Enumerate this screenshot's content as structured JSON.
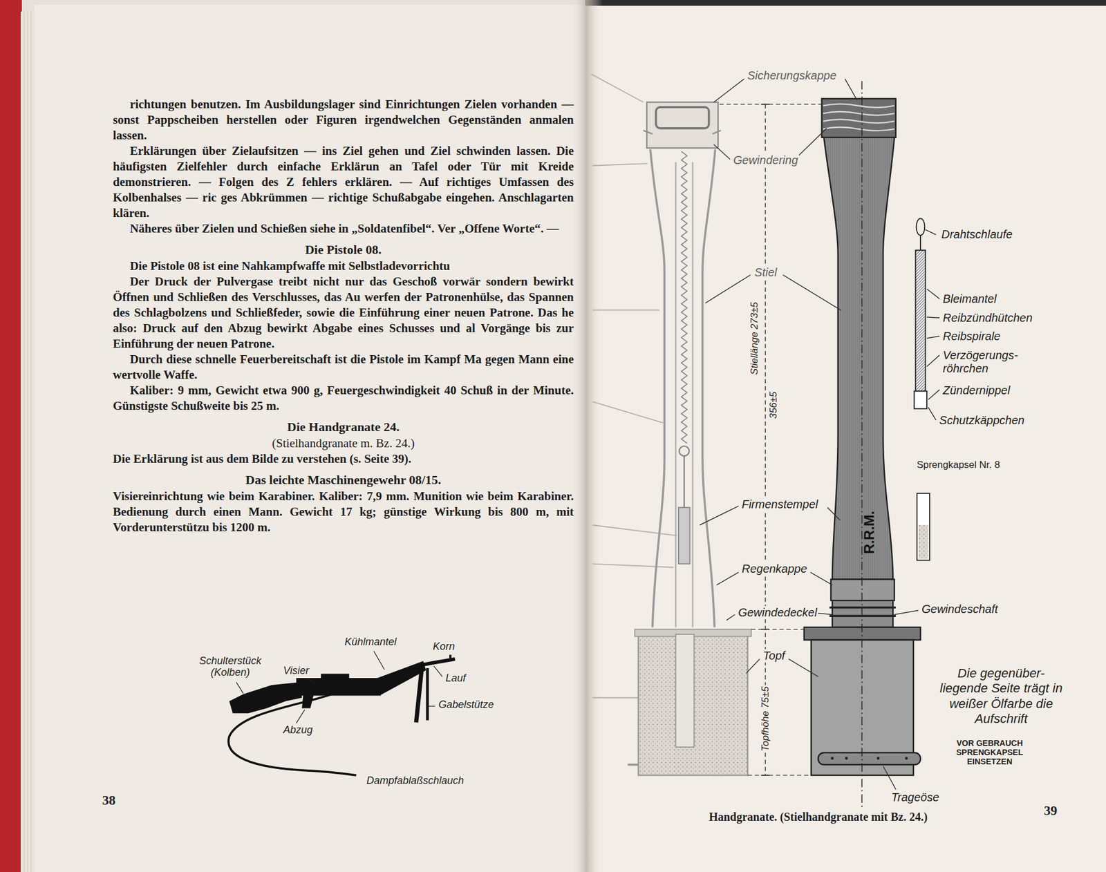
{
  "diagram": {
    "caption": "Handgranate. (Stielhandgranate mit Bz. 24.)",
    "labels": [
      "richtungen benutzen. Im Ausbildungslager sind Einrichtungen Zielen vorhanden — sonst Pappscheiben herstellen oder Figuren irgendwelchen Gegenständen anmalen lassen.",
      "Erklärungen über Zielaufsitzen — ins Ziel gehen und Ziel schwinden lassen. Die häufigsten Zielfehler durch einfache Erklärun an Tafel oder Tür mit Kreide demonstrieren. — Folgen des Z fehlers erklären. — Auf richtiges Umfassen des Kolbenhalses — ric ges Abkrümmen — richtige Schußabgabe eingehen. Anschlagarten klären.",
      "Näheres über Zielen und Schießen siehe in „Soldatenfibel“. Ver „Offene Worte“. —",
      "Die Pistole 08.",
      "Die Pistole 08 ist eine Nahkampfwaffe mit Selbstladevorrichtu",
      "Der Druck der Pulvergase treibt nicht nur das Geschoß vorwär sondern bewirkt Öffnen und Schließen des Verschlusses, das Au werfen der Patronenhülse, das Spannen des Schlagbolzens und Schließfeder, sowie die Einführung einer neuen Patrone. Das he also: Druck auf den Abzug bewirkt Abgabe eines Schusses und al Vorgänge bis zur Einführung der neuen Patrone.",
      "Durch diese schnelle Feuerbereitschaft ist die Pistole im Kampf Ma gegen Mann eine wertvolle Waffe.",
      "Kaliber: 9 mm, Gewicht etwa 900 g, Feuergeschwindigkeit 40 Schuß in der Minute. Günstigste Schußweite bis 25 m.",
      "Die Handgranate 24.",
      "(Stielhandgranate m. Bz. 24.)",
      "Die Erklärung ist aus dem Bilde zu verstehen (s. Seite 39).",
      "Das leichte Maschinengewehr 08/15.",
      "Visiereinrichtung wie beim Karabiner. Kaliber: 7,9 mm. Munition wie beim Karabiner. Bedienung durch einen Mann. Gewicht 17 kg; günstige Wirkung bis 800 m, mit Vorderunterstützu bis 1200 m.",
      "Schulterstück (Kolben)",
      "Visier",
      "Kühlmantel",
      "Korn",
      "Lauf",
      "Gabelstütze",
      "Abzug",
      "Dampfablaßschlauch",
      "38",
      "Sicherungskappe",
      "Gewindering",
      "Stiel",
      "Stiellänge 273±5",
      "356±5",
      "Firmenstempel",
      "R.R.M.",
      "Regenkappe",
      "Gewindedeckel",
      "Topf",
      "Topfhöhe 75±5",
      "Drahtschlaufe",
      "Bleimantel",
      "Reibzündhütchen",
      "Reibspirale",
      "Verzögerungs- röhrchen",
      "Zündernippel",
      "Schutzkäppchen",
      "Sprengkapsel Nr. 8",
      "Gewindeschaft",
      "Die gegenüber- liegende Seite trägt in weißer Ölfarbe die Aufschrift",
      "VOR GEBRAUCH SPRENGKAPSEL EINSETZEN",
      "Trageöse",
      "39"
    ]
  }
}
